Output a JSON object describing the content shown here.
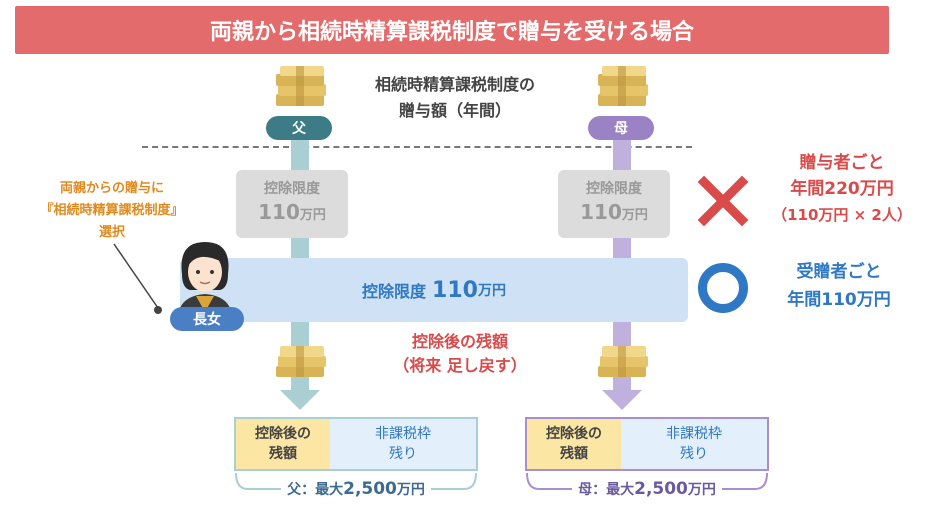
{
  "title": "両親から相続時精算課税制度で贈与を受ける場合",
  "header": {
    "line1": "相続時精算課税制度の",
    "line2": "贈与額（年間）"
  },
  "donors": {
    "father": "父",
    "mother": "母"
  },
  "gray_box": {
    "label": "控除限度",
    "amount": "110",
    "unit": "万円"
  },
  "blue_band": {
    "label": "控除限度",
    "amount": "110",
    "unit": "万円"
  },
  "right_red": {
    "line1": "贈与者ごと",
    "line2": "年間220万円",
    "line3": "（110万円 × 2人）"
  },
  "right_blue": {
    "line1": "受贈者ごと",
    "line2": "年間110万円"
  },
  "left_note": {
    "line1": "両親からの贈与に",
    "line2": "『相続時精算課税制度』",
    "line3": "選択"
  },
  "recipient": "長女",
  "remainder_text": {
    "line1": "控除後の残額",
    "line2": "（将来 足し戻す）"
  },
  "bottom_box": {
    "yellow_line1": "控除後の",
    "yellow_line2": "残額",
    "blue_line1": "非課税枠",
    "blue_line2": "残り"
  },
  "bottom_labels": {
    "father_prefix": "父：最大",
    "father_amount": "2,500",
    "father_unit": "万円",
    "mother_prefix": "母：最大",
    "mother_amount": "2,500",
    "mother_unit": "万円"
  },
  "colors": {
    "title_bg": "#e46b6b",
    "father": "#3d7c86",
    "mother": "#9a82c4",
    "red": "#d94b4b",
    "blue": "#2f78c4",
    "orange": "#e08a1e"
  }
}
